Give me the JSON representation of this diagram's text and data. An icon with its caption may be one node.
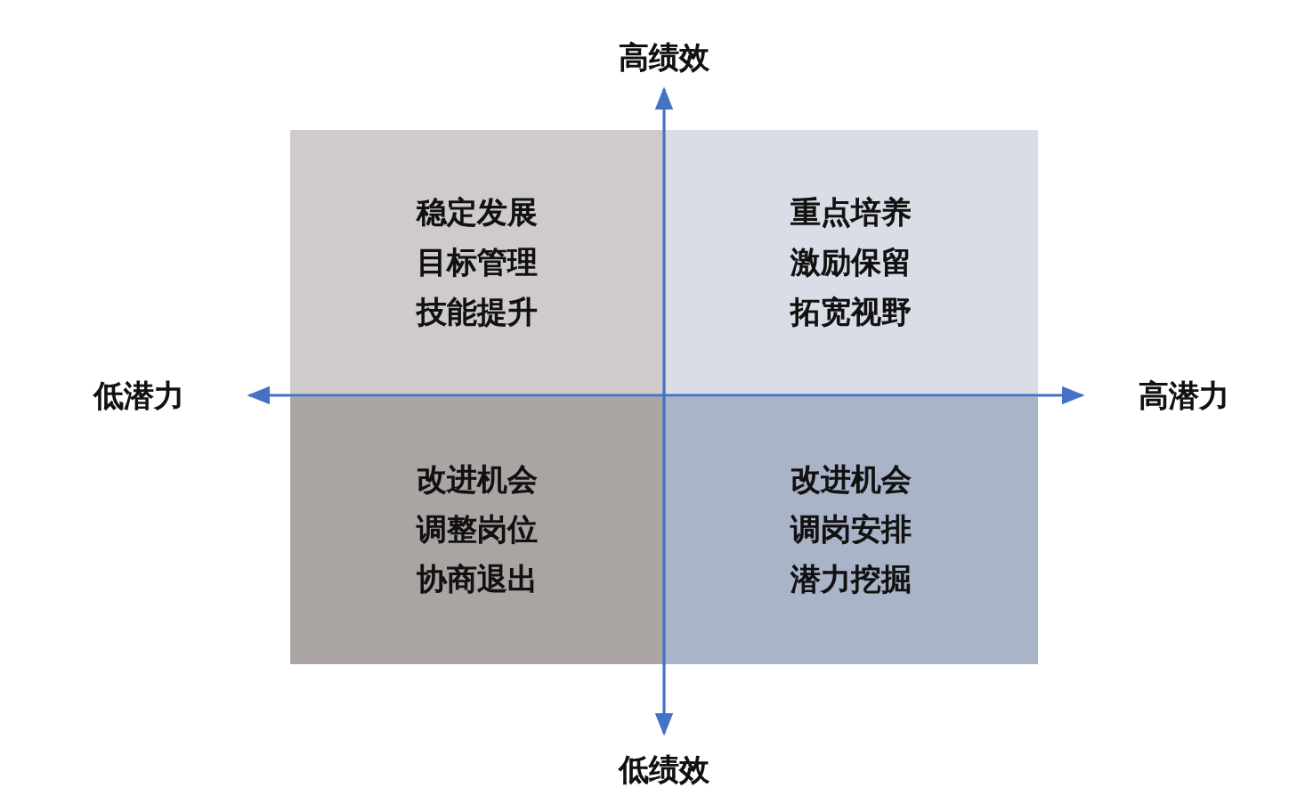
{
  "diagram": {
    "nodes": [
      {
        "text": [
          "稳定发展",
          "目标管理",
          "技能提升"
        ]
      },
      {
        "text": [
          "重点培养",
          "激励保留",
          "拓宽视野"
        ]
      },
      {
        "text": [
          "改进机会",
          "调整岗位",
          "协商退出"
        ]
      },
      {
        "text": [
          "改进机会",
          "调岗安排",
          "潜力挖掘"
        ]
      }
    ],
    "edges": [],
    "labels": [
      "高绩效",
      "低潜力",
      "高潜力",
      "低绩效"
    ]
  }
}
